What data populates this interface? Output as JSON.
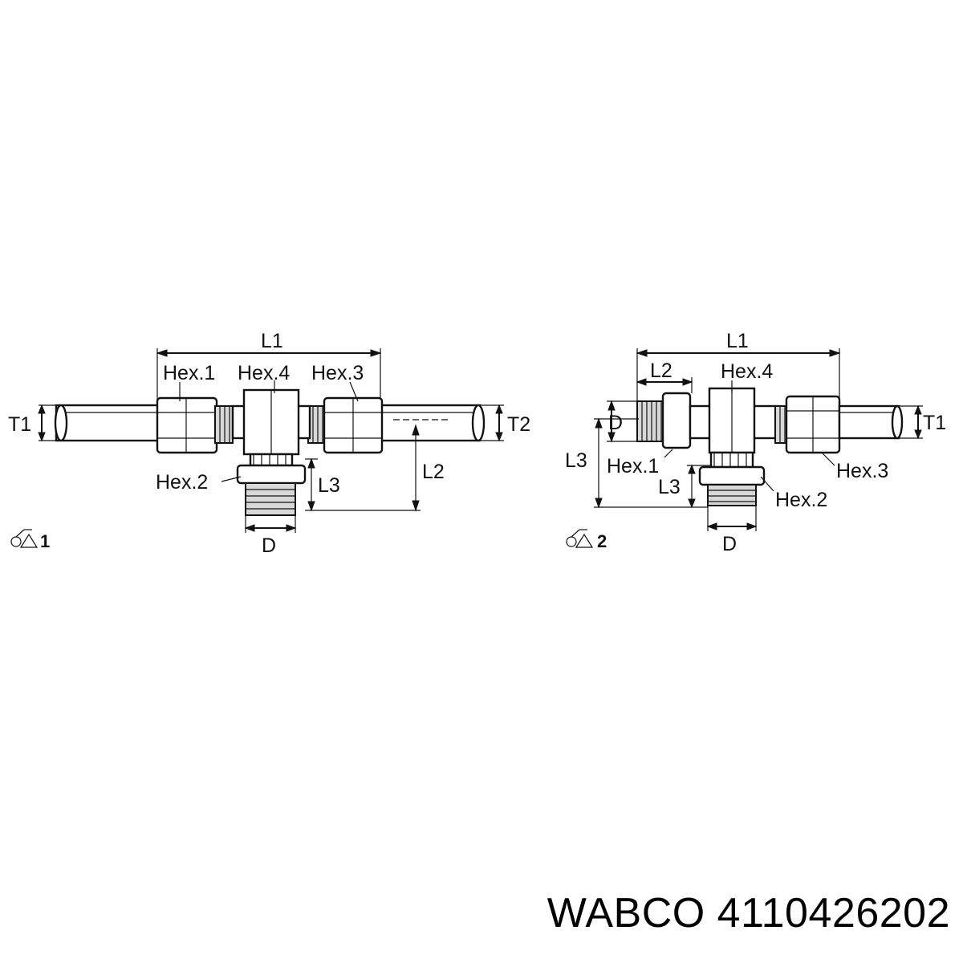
{
  "diagram_1": {
    "labels": {
      "l1": "L1",
      "hex1": "Hex.1",
      "hex4": "Hex.4",
      "hex3": "Hex.3",
      "t1": "T1",
      "t2": "T2",
      "l2": "L2",
      "hex2": "Hex.2",
      "l3": "L3",
      "d": "D"
    },
    "variant_number": "1"
  },
  "diagram_2": {
    "labels": {
      "l1": "L1",
      "l2": "L2",
      "hex4": "Hex.4",
      "d_side": "D",
      "t1": "T1",
      "l3_outer": "L3",
      "hex1": "Hex.1",
      "hex3": "Hex.3",
      "l3_inner": "L3",
      "hex2": "Hex.2",
      "d": "D"
    },
    "variant_number": "2"
  },
  "caption": "WABCO 4110426202"
}
